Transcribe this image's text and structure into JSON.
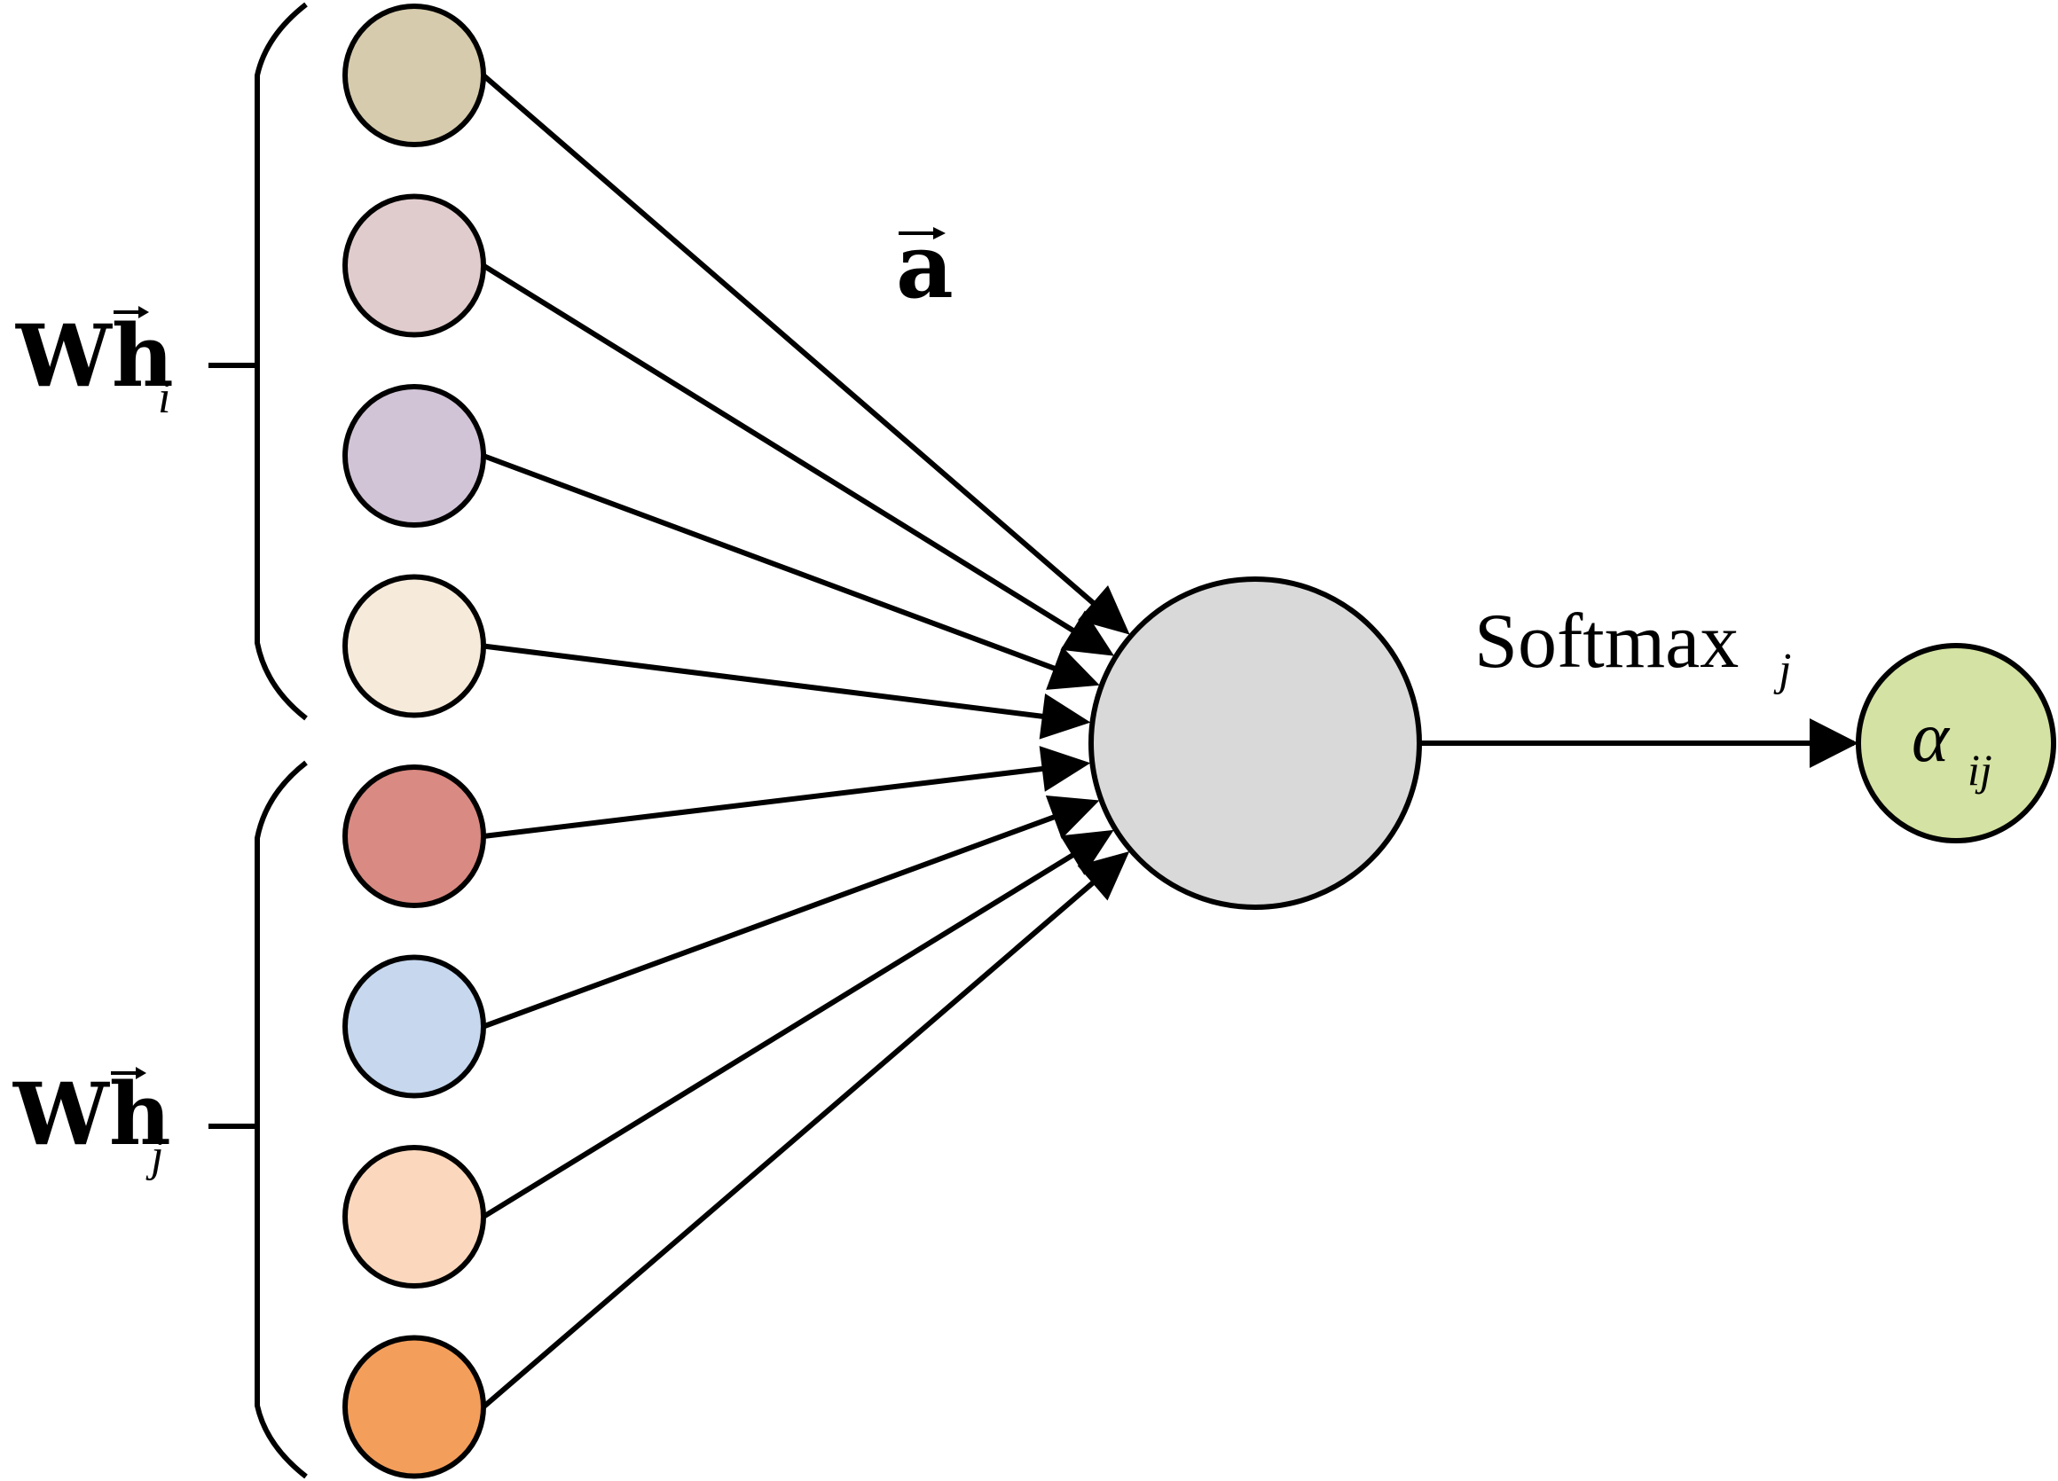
{
  "labels": {
    "wh_i": {
      "main": "Wh",
      "sub": "i"
    },
    "wh_j": {
      "main": "Wh",
      "sub": "j"
    },
    "attention_vector": "a",
    "softmax": {
      "main": "Softmax",
      "sub": "j"
    },
    "alpha": {
      "main": "α",
      "sub": "ij"
    }
  },
  "colors": {
    "input_nodes": [
      "#d6cbad",
      "#e1cccd",
      "#d2c4d7",
      "#f6eadb",
      "#d98a82",
      "#c6d7ee",
      "#fbd8bd",
      "#f49e5b"
    ],
    "center_node": "#d9d9d9",
    "output_node": "#d4e2a3",
    "stroke": "#000000"
  }
}
